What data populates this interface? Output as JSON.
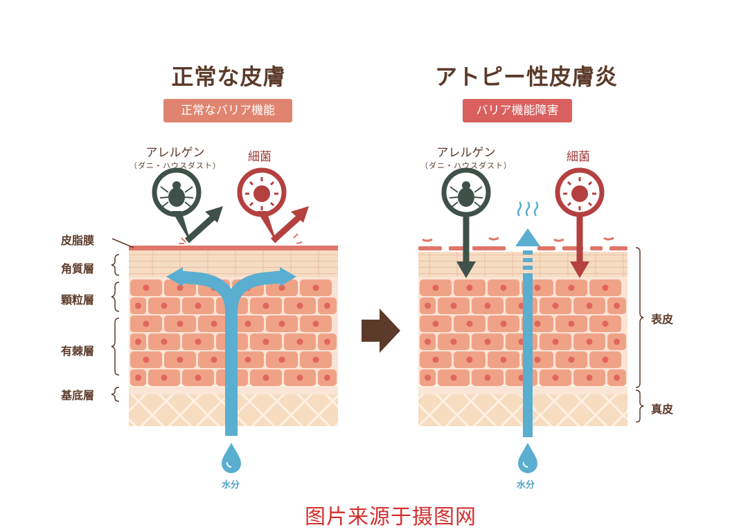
{
  "left": {
    "title": "正常な皮膚",
    "badge": "正常なバリア機能",
    "allergen_label": "アレルゲン",
    "allergen_sub": "（ダニ・ハウスダスト）",
    "bacteria_label": "細菌",
    "water_label": "水分"
  },
  "right": {
    "title": "アトピー性皮膚炎",
    "badge": "バリア機能障害",
    "allergen_label": "アレルゲン",
    "allergen_sub": "（ダニ・ハウスダスト）",
    "bacteria_label": "細菌",
    "water_label": "水分"
  },
  "layer_labels": {
    "sebum": "皮脂膜",
    "stratum_corneum": "角質層",
    "granular": "顆粒層",
    "spinous": "有棘層",
    "basal": "基底層"
  },
  "side_labels": {
    "epidermis": "表皮",
    "dermis": "真皮"
  },
  "watermark": "图片来源于摄图网",
  "icons": {
    "allergen": "mite-icon",
    "bacteria": "virus-icon",
    "water": "water-drop-icon",
    "transition": "right-arrow-icon"
  },
  "colors": {
    "title": "#5b3a2a",
    "badge_normal": "#e0846f",
    "badge_damaged": "#d9605f",
    "sebum": "#e0756a",
    "corneum": "#f6dcc3",
    "cell": "#f0a287",
    "cell_nucleus": "#e0665c",
    "dermis": "#f7dcc0",
    "water": "#5aaed0",
    "mite_dark": "#3f5149",
    "bacteria": "#b4403f"
  }
}
